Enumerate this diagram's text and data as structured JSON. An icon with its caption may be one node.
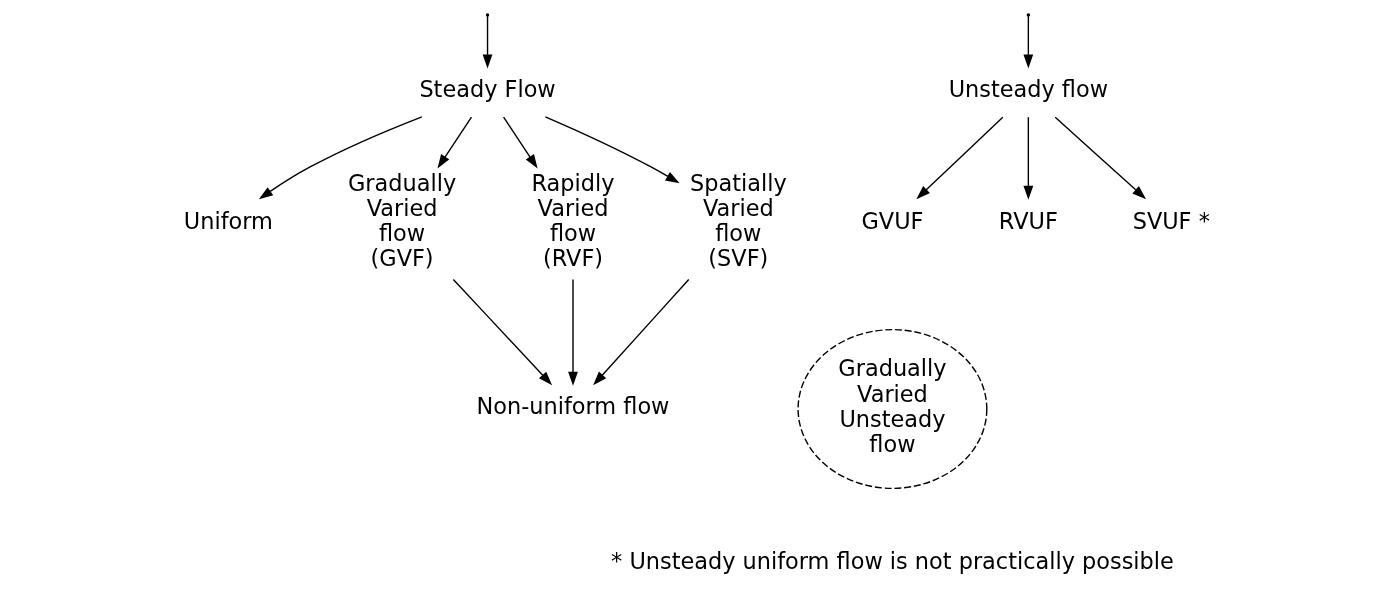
{
  "diagram": {
    "nodes": [
      {
        "text": [
          "Steady Flow"
        ]
      },
      {
        "text": [
          "Unsteady flow"
        ]
      },
      {
        "text": [
          "Uniform"
        ]
      },
      {
        "text": [
          "Gradually Varied flow (GVF)"
        ]
      },
      {
        "text": [
          "Rapidly Varied flow (RVF)"
        ]
      },
      {
        "text": [
          "Spatially Varied flow (SVF)"
        ]
      },
      {
        "text": [
          "GVUF"
        ]
      },
      {
        "text": [
          "RVUF"
        ]
      },
      {
        "text": [
          "SVUF"
        ],
        "beside": [
          "*"
        ]
      },
      {
        "text": [
          "Gradually Varied Unsteady flow"
        ]
      },
      {
        "text": [
          "Non-uniform flow"
        ]
      }
    ],
    "edges": [
      {
        "from": null,
        "to": 0,
        "arrow": "to"
      },
      {
        "from": null,
        "to": 1,
        "arrow": "to"
      },
      {
        "from": 0,
        "to": 2,
        "arrow": "to"
      },
      {
        "from": 0,
        "to": 3,
        "arrow": "to"
      },
      {
        "from": 0,
        "to": 4,
        "arrow": "to"
      },
      {
        "from": 0,
        "to": 5,
        "arrow": "to"
      },
      {
        "from": 1,
        "to": 6,
        "arrow": "to"
      },
      {
        "from": 1,
        "to": 7,
        "arrow": "to"
      },
      {
        "from": 1,
        "to": 8,
        "arrow": "to"
      },
      {
        "from": 3,
        "to": 10,
        "arrow": "to"
      },
      {
        "from": 4,
        "to": 10,
        "arrow": "to"
      },
      {
        "from": 5,
        "to": 10,
        "arrow": "to"
      }
    ],
    "labels": [
      "* Unsteady uniform flow is not practically possible"
    ]
  }
}
